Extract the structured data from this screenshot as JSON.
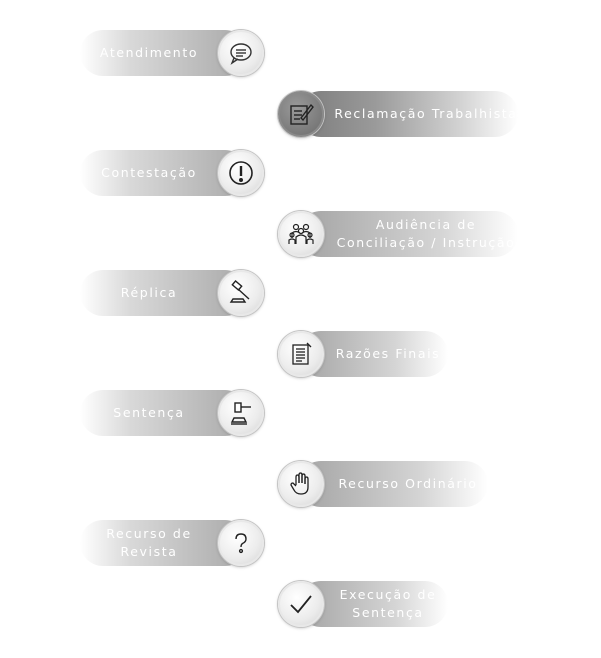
{
  "steps": [
    {
      "side": "left",
      "icon": "speech-bubble-icon",
      "label": "Atendimento"
    },
    {
      "side": "right",
      "icon": "document-pen-icon",
      "label": "Reclamação Trabalhista",
      "active": true
    },
    {
      "side": "left",
      "icon": "exclamation-icon",
      "label": "Contestação"
    },
    {
      "side": "right",
      "icon": "people-group-icon",
      "label": "Audiência de\nConciliação / Instrução"
    },
    {
      "side": "left",
      "icon": "gavel-icon",
      "label": "Réplica"
    },
    {
      "side": "right",
      "icon": "document-list-icon",
      "label": "Razões Finais"
    },
    {
      "side": "left",
      "icon": "gavel-block-icon",
      "label": "Sentença"
    },
    {
      "side": "right",
      "icon": "hand-stop-icon",
      "label": "Recurso Ordinário"
    },
    {
      "side": "left",
      "icon": "question-icon",
      "label": "Recurso de\nRevista"
    },
    {
      "side": "right",
      "icon": "checkmark-icon",
      "label": "Execução de\nSentença"
    }
  ],
  "colors": {
    "pill": "#a8a8a8",
    "active_circle": "#7a7a7a",
    "icon_stroke": "#333333"
  }
}
